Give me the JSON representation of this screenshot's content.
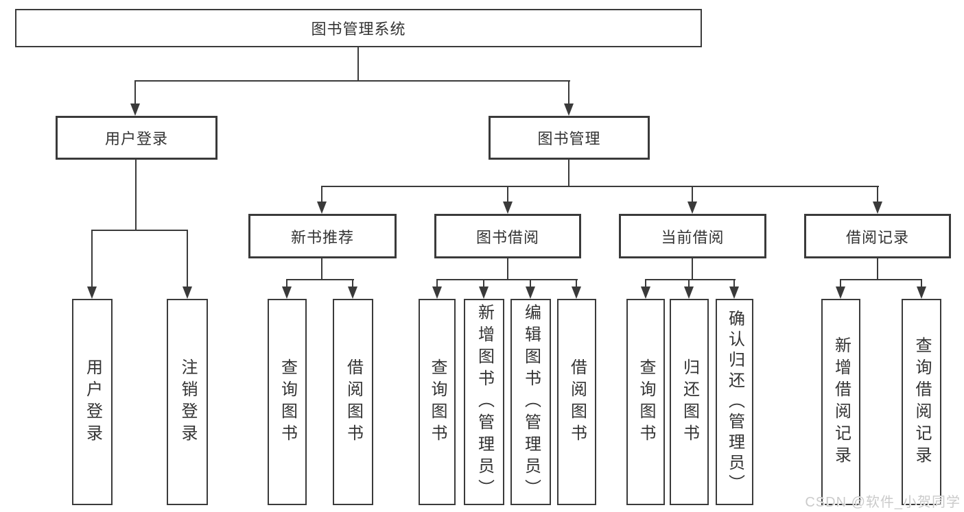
{
  "diagram_type": "hierarchy-tree",
  "colors": {
    "line": "#3a3a3a",
    "text": "#333333",
    "watermark_text": "#cbcbcb",
    "background": "#ffffff"
  },
  "tree": {
    "label": "图书管理系统",
    "children": [
      {
        "label": "用户登录",
        "children": [
          {
            "label": "用户登录"
          },
          {
            "label": "注销登录"
          }
        ]
      },
      {
        "label": "图书管理",
        "children": [
          {
            "label": "新书推荐",
            "children": [
              {
                "label": "查询图书"
              },
              {
                "label": "借阅图书"
              }
            ]
          },
          {
            "label": "图书借阅",
            "children": [
              {
                "label": "查询图书"
              },
              {
                "label": "新增图书（管理员）"
              },
              {
                "label": "编辑图书（管理员）"
              },
              {
                "label": "借阅图书"
              }
            ]
          },
          {
            "label": "当前借阅",
            "children": [
              {
                "label": "查询图书"
              },
              {
                "label": "归还图书"
              },
              {
                "label": "确认归还（管理员）"
              }
            ]
          },
          {
            "label": "借阅记录",
            "children": [
              {
                "label": "新增借阅记录"
              },
              {
                "label": "查询借阅记录"
              }
            ]
          }
        ]
      }
    ]
  },
  "watermark": {
    "text": "CSDN @软件_小贺同学"
  }
}
